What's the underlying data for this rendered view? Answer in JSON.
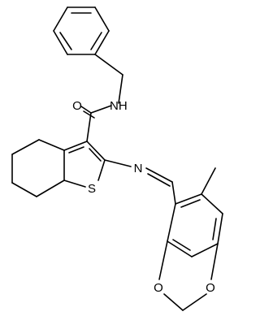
{
  "molecule": {
    "atom_labels": {
      "amide_nitrogen": "NH",
      "carbonyl_oxygen": "O",
      "imine_nitrogen": "N",
      "thiophene_sulfur": "S",
      "dioxole_oxygen_left": "O",
      "dioxole_oxygen_right": "O"
    },
    "colors": {
      "bond": "#000000",
      "label": "#000000",
      "background": "#ffffff"
    }
  }
}
